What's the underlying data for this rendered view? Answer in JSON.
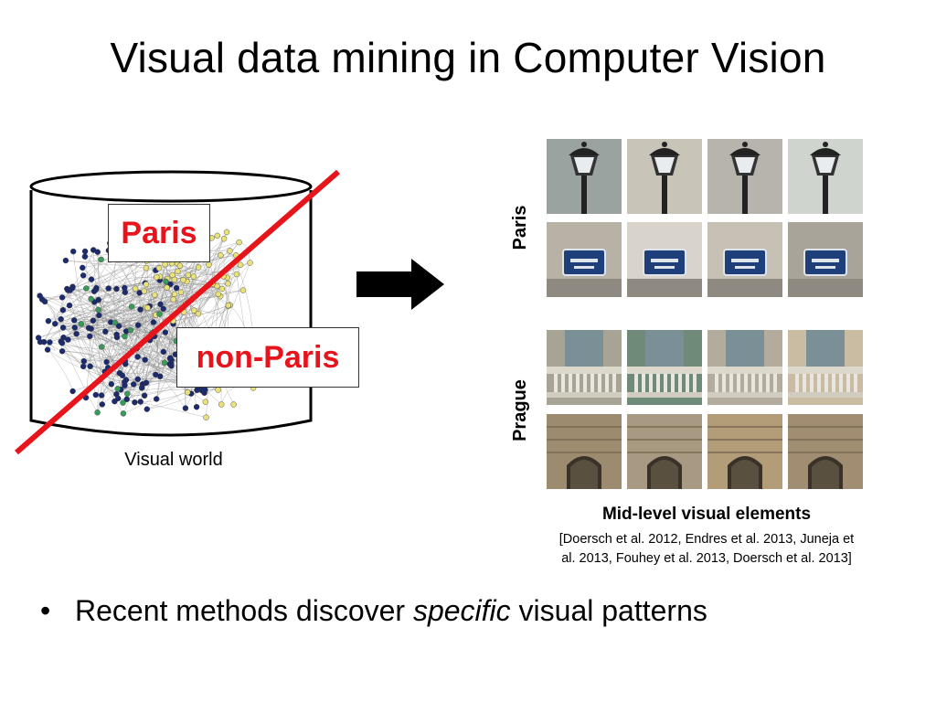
{
  "slide": {
    "title": "Visual data mining in Computer Vision",
    "left": {
      "paris_label": "Paris",
      "non_paris_label": "non-Paris",
      "visual_world_label": "Visual world"
    },
    "right": {
      "row_labels": {
        "paris": "Paris",
        "prague": "Prague"
      },
      "caption": "Mid-level visual elements",
      "citation_line1": "[Doersch et al. 2012, Endres et al. 2013, Juneja et",
      "citation_line2": "al. 2013, Fouhey et al. 2013, Doersch et al. 2013]"
    },
    "bullet": {
      "symbol": "•",
      "prefix": "Recent methods discover ",
      "emphasis": "specific",
      "suffix": " visual patterns"
    }
  },
  "colors": {
    "strike_red": "#e8141c",
    "graph_blue": "#1c2a6e",
    "graph_yellow": "#e9e27a",
    "graph_green": "#3a9a5a"
  },
  "icons": {
    "arrow": "right-arrow-icon",
    "database": "cylinder-database-icon"
  }
}
